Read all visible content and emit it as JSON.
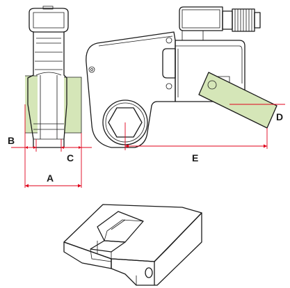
{
  "labels": {
    "A": "A",
    "B": "B",
    "C": "C",
    "D": "D",
    "E": "E"
  },
  "colors": {
    "dimension": "#e0001a",
    "highlight": "#d5e6b8",
    "line": "#1a1a1a"
  }
}
